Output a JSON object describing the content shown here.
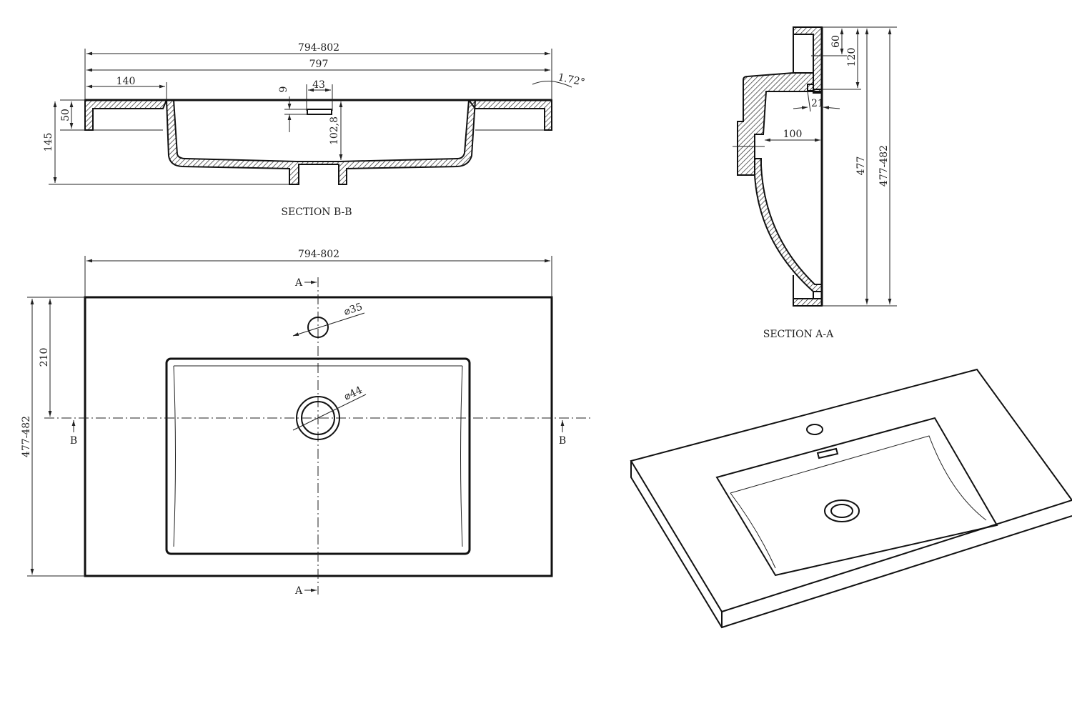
{
  "section_bb": {
    "title": "SECTION B-B",
    "dim_overall_range": "794-802",
    "dim_overall": "797",
    "dim_flange": "140",
    "dim_slot_width": "43",
    "dim_slot_height": "9",
    "dim_bowl_depth": "102,8",
    "dim_flange_height": "50",
    "dim_total_height": "145",
    "dim_angle": "1.72°"
  },
  "section_aa": {
    "title": "SECTION A-A",
    "dim_60": "60",
    "dim_120": "120",
    "dim_21": "21",
    "dim_100": "100",
    "dim_depth": "477",
    "dim_depth_range": "477-482"
  },
  "plan_view": {
    "dim_width_range": "794-802",
    "dim_210": "210",
    "dim_depth_range": "477-482",
    "tap_hole": "⌀35",
    "drain_hole": "⌀44",
    "section_mark_b": "B",
    "section_mark_a": "A"
  }
}
